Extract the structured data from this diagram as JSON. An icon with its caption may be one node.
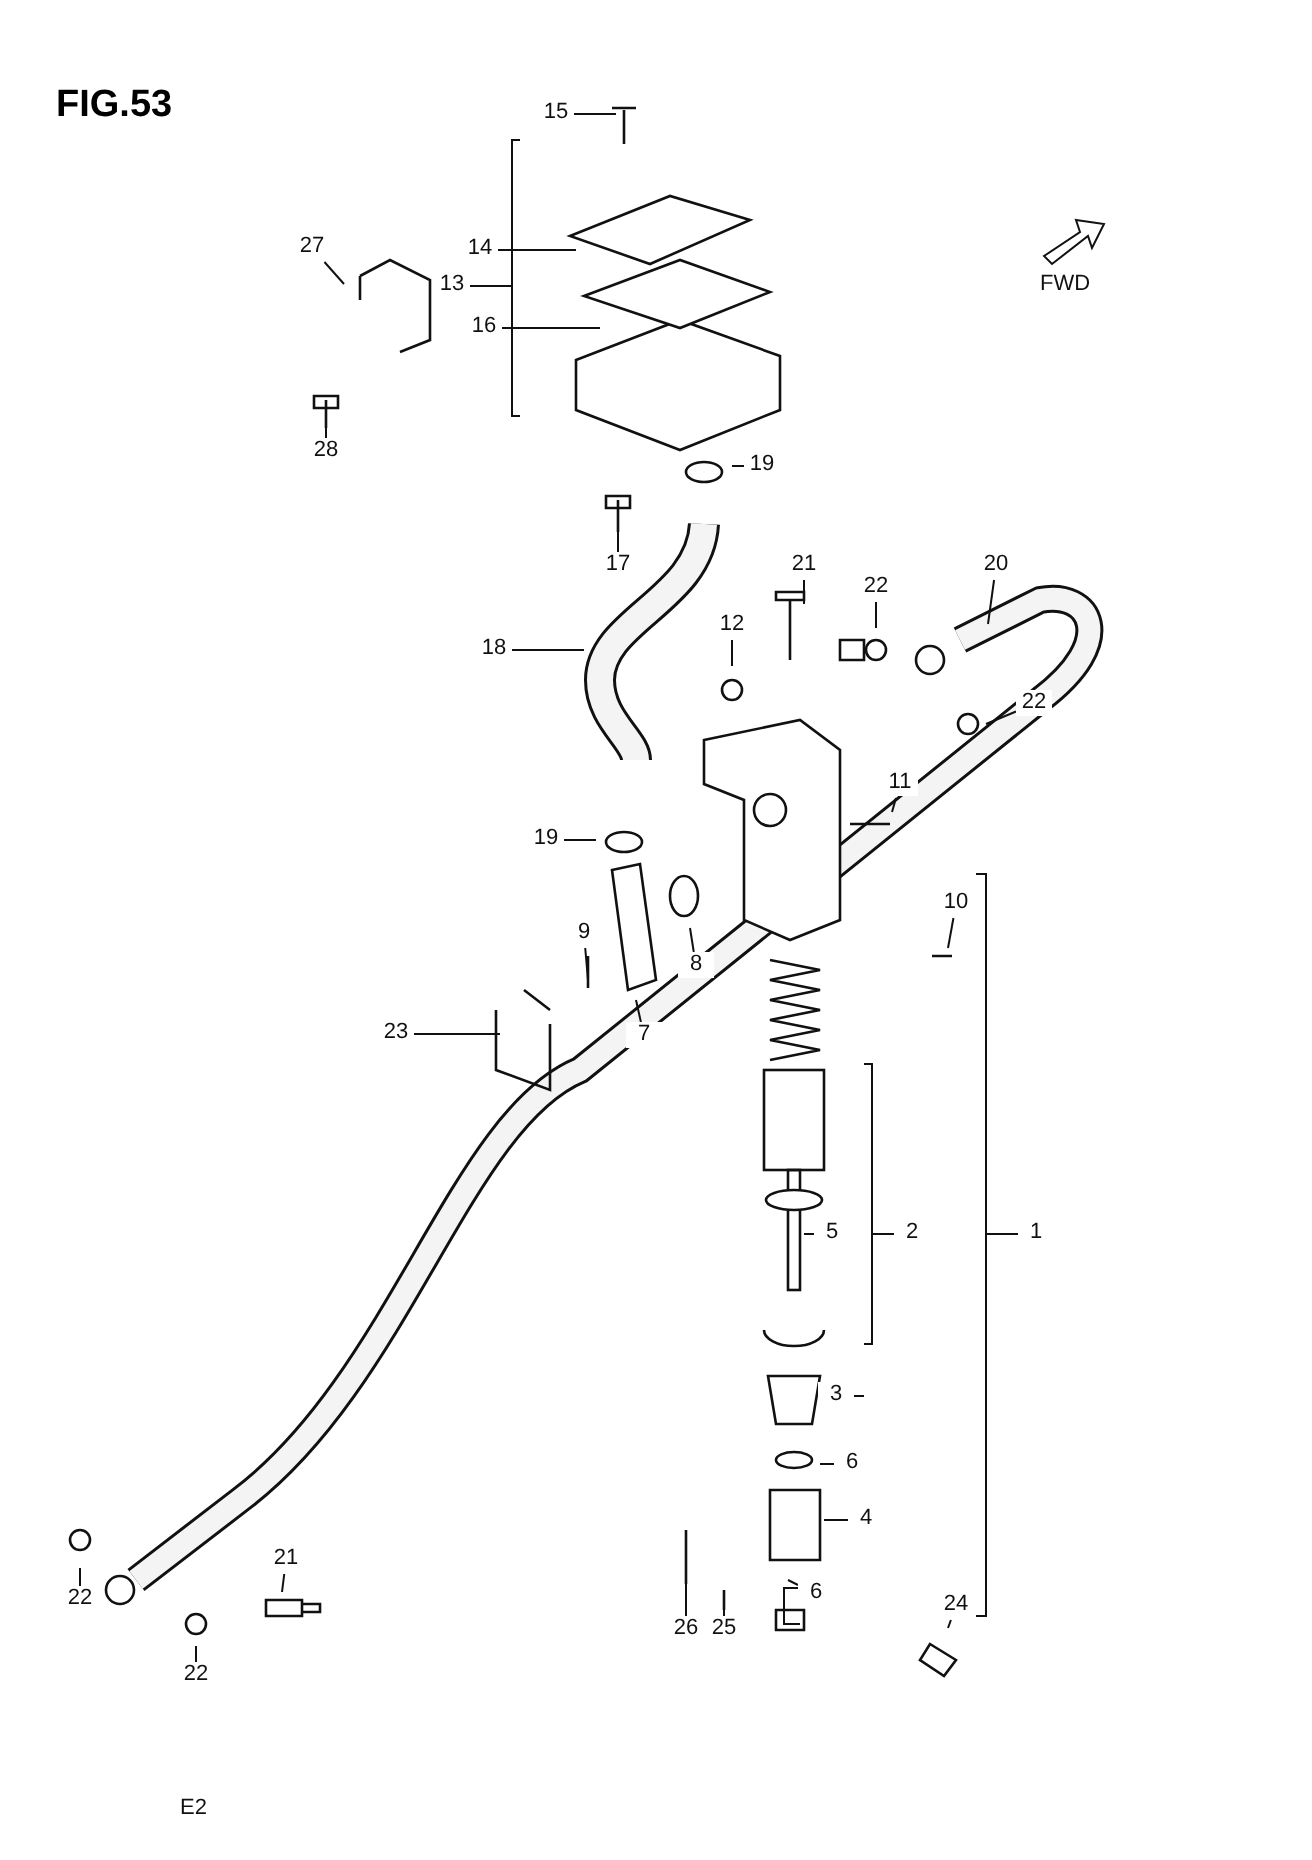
{
  "diagram": {
    "title": "FIG.53",
    "nodes": [
      {
        "text": [
          "15"
        ]
      },
      {
        "text": [
          "14"
        ]
      },
      {
        "text": [
          "13"
        ]
      },
      {
        "text": [
          "16"
        ]
      },
      {
        "text": [
          "27"
        ]
      },
      {
        "text": [
          "28"
        ]
      },
      {
        "text": [
          "19"
        ]
      },
      {
        "text": [
          "17"
        ]
      },
      {
        "text": [
          "21"
        ]
      },
      {
        "text": [
          "22"
        ]
      },
      {
        "text": [
          "20"
        ]
      },
      {
        "text": [
          "12"
        ]
      },
      {
        "text": [
          "18"
        ]
      },
      {
        "text": [
          "22"
        ]
      },
      {
        "text": [
          "11"
        ]
      },
      {
        "text": [
          "19"
        ]
      },
      {
        "text": [
          "10"
        ]
      },
      {
        "text": [
          "9"
        ]
      },
      {
        "text": [
          "8"
        ]
      },
      {
        "text": [
          "23"
        ]
      },
      {
        "text": [
          "7"
        ]
      },
      {
        "text": [
          "2"
        ]
      },
      {
        "text": [
          "1"
        ]
      },
      {
        "text": [
          "5"
        ]
      },
      {
        "text": [
          "3"
        ]
      },
      {
        "text": [
          "6"
        ]
      },
      {
        "text": [
          "4"
        ]
      },
      {
        "text": [
          "22"
        ]
      },
      {
        "text": [
          "21"
        ]
      },
      {
        "text": [
          "26"
        ]
      },
      {
        "text": [
          "25"
        ]
      },
      {
        "text": [
          "6"
        ]
      },
      {
        "text": [
          "24"
        ]
      },
      {
        "text": [
          "22"
        ]
      }
    ],
    "edges": [
      {
        "from": 0,
        "to": null,
        "arrow": "none"
      },
      {
        "from": 1,
        "to": null,
        "arrow": "none"
      },
      {
        "from": 2,
        "to": null,
        "arrow": "none"
      },
      {
        "from": 3,
        "to": null,
        "arrow": "none"
      },
      {
        "from": 4,
        "to": null,
        "arrow": "none"
      },
      {
        "from": 5,
        "to": null,
        "arrow": "none"
      },
      {
        "from": 6,
        "to": null,
        "arrow": "none"
      },
      {
        "from": 7,
        "to": null,
        "arrow": "none"
      },
      {
        "from": 8,
        "to": null,
        "arrow": "none"
      },
      {
        "from": 9,
        "to": null,
        "arrow": "none"
      },
      {
        "from": 10,
        "to": null,
        "arrow": "none"
      },
      {
        "from": 11,
        "to": null,
        "arrow": "none"
      },
      {
        "from": 12,
        "to": null,
        "arrow": "none"
      },
      {
        "from": 13,
        "to": null,
        "arrow": "none"
      },
      {
        "from": 14,
        "to": null,
        "arrow": "none"
      },
      {
        "from": 15,
        "to": null,
        "arrow": "none"
      },
      {
        "from": 16,
        "to": null,
        "arrow": "none"
      },
      {
        "from": 17,
        "to": null,
        "arrow": "none"
      },
      {
        "from": 18,
        "to": null,
        "arrow": "none"
      },
      {
        "from": 19,
        "to": null,
        "arrow": "none"
      },
      {
        "from": 20,
        "to": null,
        "arrow": "none"
      },
      {
        "from": 21,
        "to": null,
        "arrow": "none"
      },
      {
        "from": 22,
        "to": null,
        "arrow": "none"
      },
      {
        "from": 23,
        "to": null,
        "arrow": "none"
      },
      {
        "from": 24,
        "to": null,
        "arrow": "none"
      },
      {
        "from": 25,
        "to": null,
        "arrow": "none"
      },
      {
        "from": 26,
        "to": null,
        "arrow": "none"
      },
      {
        "from": 27,
        "to": null,
        "arrow": "none"
      },
      {
        "from": 28,
        "to": null,
        "arrow": "none"
      },
      {
        "from": 29,
        "to": null,
        "arrow": "none"
      },
      {
        "from": 30,
        "to": null,
        "arrow": "none"
      },
      {
        "from": 31,
        "to": null,
        "arrow": "none"
      },
      {
        "from": 32,
        "to": null,
        "arrow": "none"
      },
      {
        "from": 33,
        "to": null,
        "arrow": "none"
      }
    ],
    "labels": [
      "FWD",
      "E2"
    ]
  }
}
